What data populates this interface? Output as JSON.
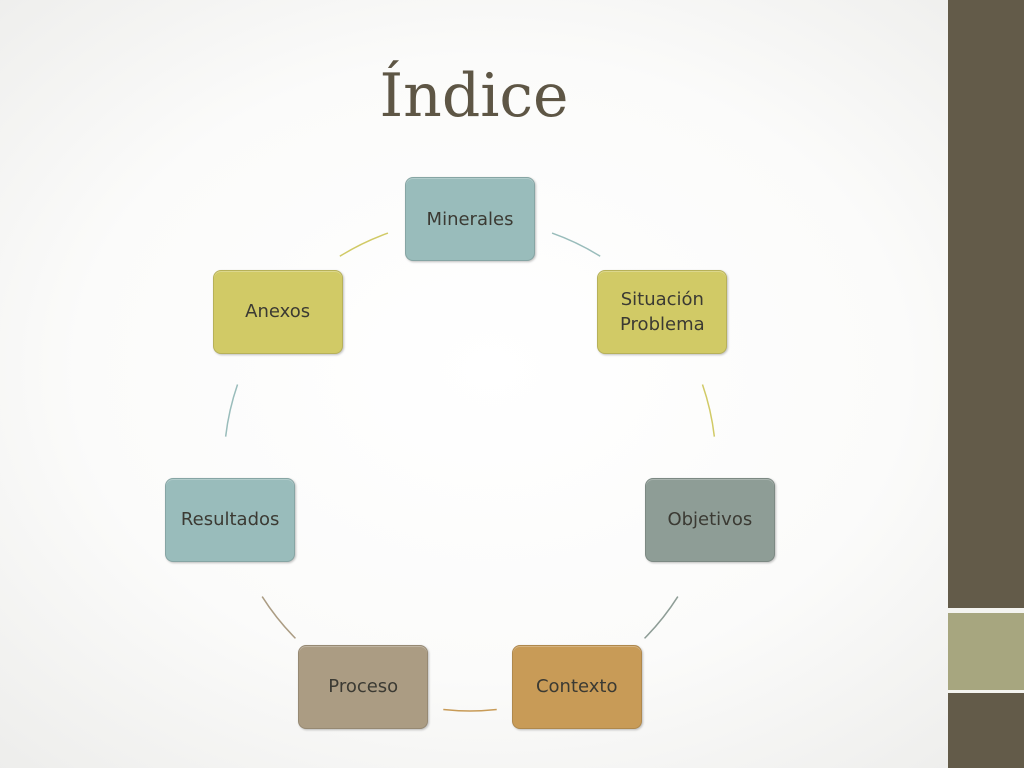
{
  "title": "Índice",
  "colors": {
    "title_text": "#5e5645",
    "side_panel": "#635b49",
    "side_accent": "#a7a67f",
    "teal": "#99bcbb",
    "yellow_green": "#d1ca66",
    "gray_green": "#8e9d96",
    "orange": "#c89b57",
    "tan": "#ab9c83"
  },
  "cycle": {
    "type": "cycle",
    "nodes": [
      {
        "label": "Minerales",
        "color": "#99bcbb"
      },
      {
        "label": "Situación Problema",
        "color": "#d1ca66"
      },
      {
        "label": "Objetivos",
        "color": "#8e9d96"
      },
      {
        "label": "Contexto",
        "color": "#c89b57"
      },
      {
        "label": "Proceso",
        "color": "#ab9c83"
      },
      {
        "label": "Resultados",
        "color": "#99bcbb"
      },
      {
        "label": "Anexos",
        "color": "#d1ca66"
      }
    ]
  }
}
